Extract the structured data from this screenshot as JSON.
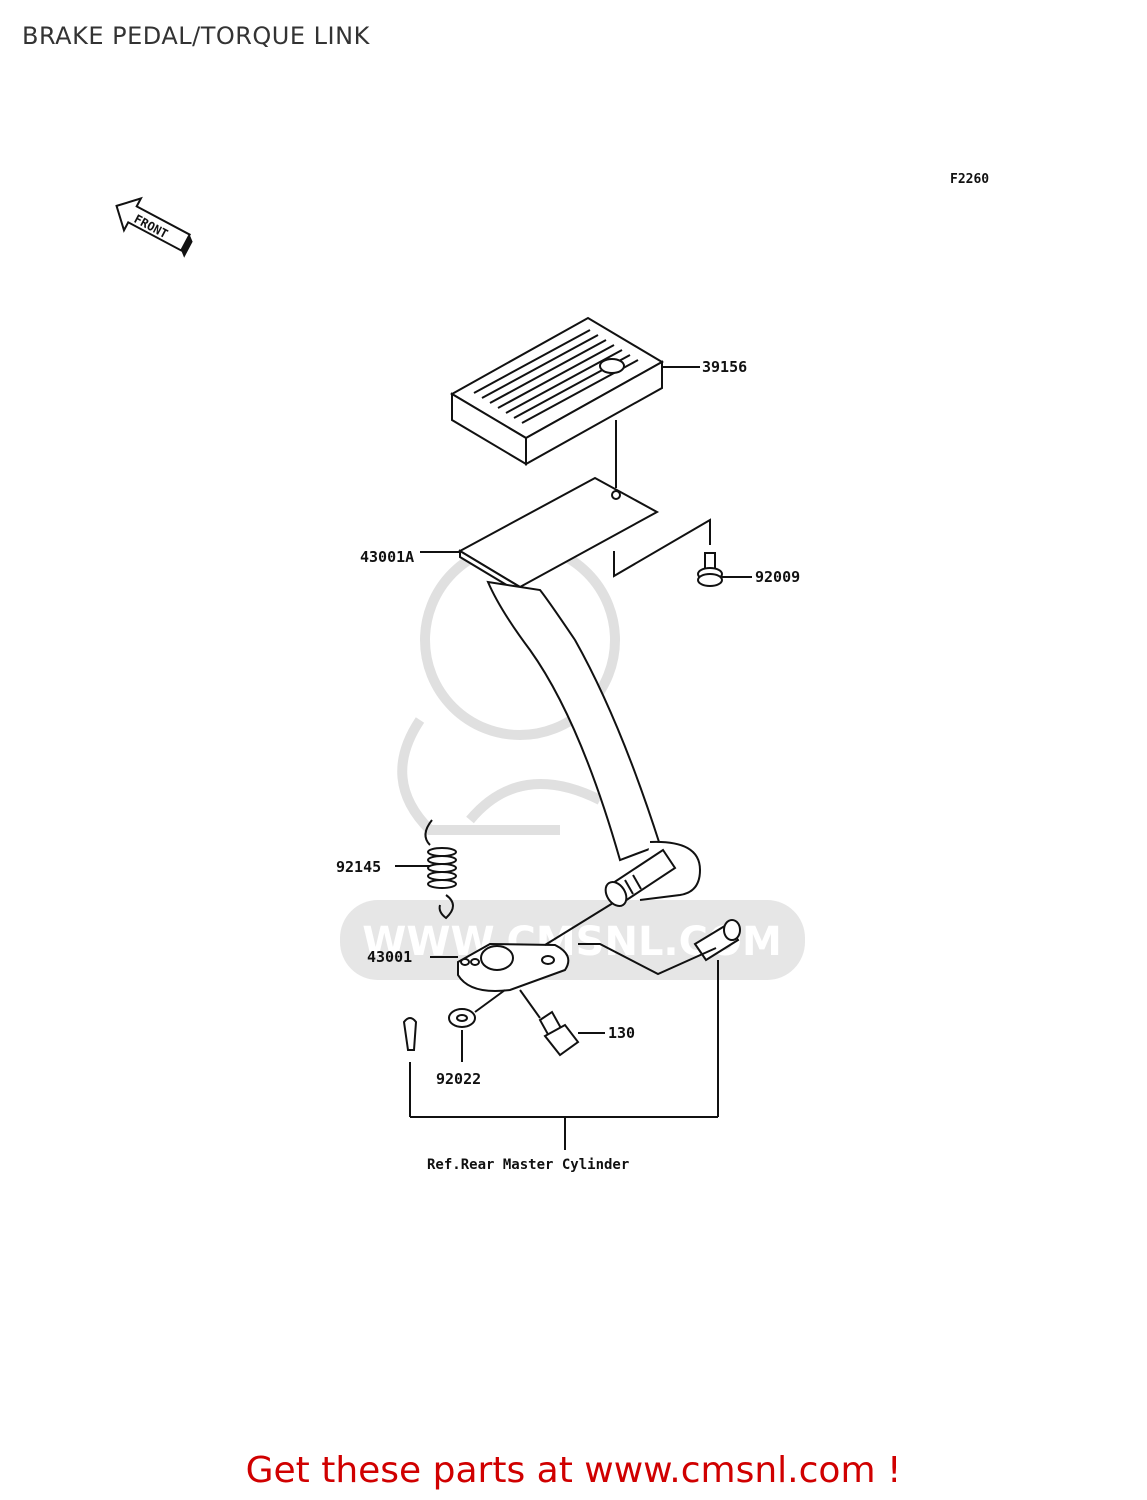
{
  "title": "BRAKE PEDAL/TORQUE LINK",
  "figure_code": "F2260",
  "front_indicator": "FRONT",
  "parts": {
    "p39156": "39156",
    "p43001A": "43001A",
    "p92009": "92009",
    "p92145": "92145",
    "p43001": "43001",
    "p130": "130",
    "p92022": "92022"
  },
  "reference_note": "Ref.Rear Master Cylinder",
  "watermark": "WWW.CMSNL.COM",
  "promo": "Get these parts at www.cmsnl.com !",
  "colors": {
    "promo": "#d00000",
    "line": "#111111",
    "watermark": "#e2e2e2"
  }
}
